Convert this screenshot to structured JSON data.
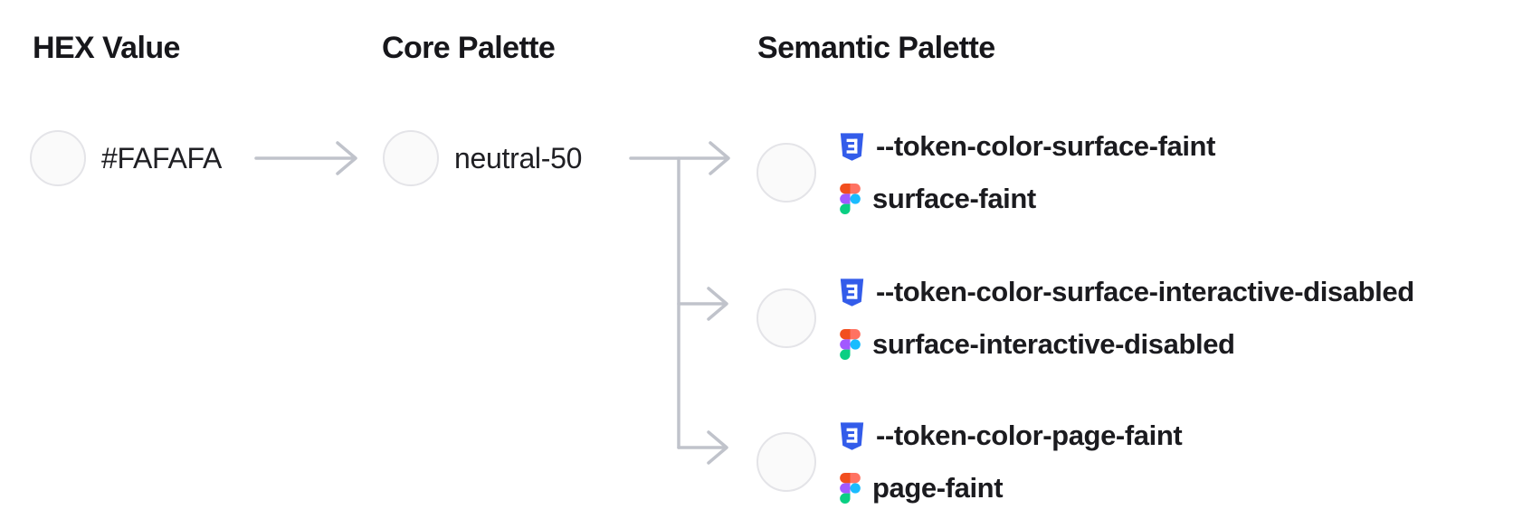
{
  "headers": {
    "hex": "HEX Value",
    "core": "Core Palette",
    "semantic": "Semantic Palette"
  },
  "hex": {
    "value": "#FAFAFA",
    "swatch_color": "#FAFAFA"
  },
  "core": {
    "name": "neutral-50",
    "swatch_color": "#FAFAFA"
  },
  "semantic": {
    "rows": [
      {
        "css_token": "--token-color-surface-faint",
        "figma_token": "surface-faint",
        "swatch_color": "#FAFAFA"
      },
      {
        "css_token": "--token-color-surface-interactive-disabled",
        "figma_token": "surface-interactive-disabled",
        "swatch_color": "#FAFAFA"
      },
      {
        "css_token": "--token-color-page-faint",
        "figma_token": "page-faint",
        "swatch_color": "#FAFAFA"
      }
    ]
  },
  "icons": {
    "css": "css-shield-icon",
    "figma": "figma-logo-icon"
  },
  "colors": {
    "swatch_fill": "#FAFAFA",
    "swatch_border": "#E4E4E8",
    "connector": "#C0C3CB",
    "text": "#1B1B1F",
    "css_icon_blue": "#335CEA",
    "figma_red": "#F24E1E",
    "figma_salmon": "#FF7262",
    "figma_purple": "#A259FF",
    "figma_blue": "#1ABCFE",
    "figma_green": "#0ACF83"
  }
}
